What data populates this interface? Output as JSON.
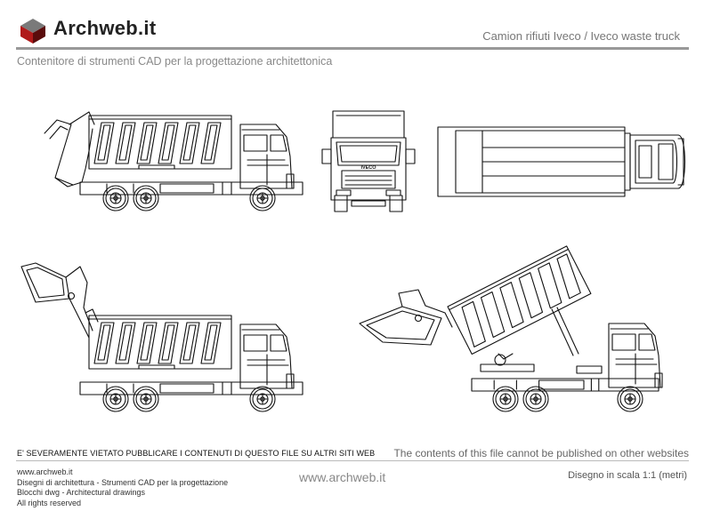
{
  "header": {
    "brand": "Archweb.it",
    "title": "Camion rifiuti Iveco  /  Iveco waste truck",
    "subtitle": "Contenitore di strumenti CAD per la progettazione architettonica"
  },
  "drawing": {
    "front_badge": "IVECO"
  },
  "footer": {
    "notice_it": "E' SEVERAMENTE VIETATO PUBBLICARE I CONTENUTI DI QUESTO FILE SU ALTRI SITI WEB",
    "notice_en": "The contents of this file cannot be published on other websites",
    "lines": [
      "www.archweb.it",
      "Disegni di architettura - Strumenti CAD  per la progettazione",
      "Blocchi dwg - Architectural drawings",
      "All rights reserved"
    ],
    "url": "www.archweb.it",
    "scale": "Disegno in scala 1:1 (metri)"
  },
  "colors": {
    "logo_top": "#7a7a7a",
    "logo_left": "#b01a1a",
    "logo_right": "#5a0c0c",
    "line": "#111111"
  },
  "icons": {
    "logo": "cube-logo-icon"
  }
}
